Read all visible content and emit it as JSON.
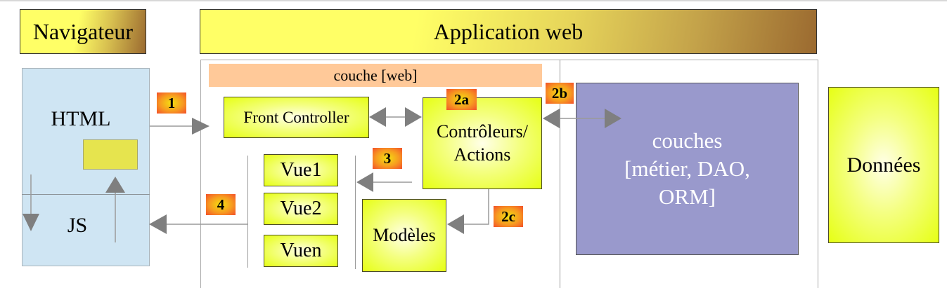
{
  "headers": {
    "browser": "Navigateur",
    "application": "Application web"
  },
  "browser": {
    "html_label": "HTML",
    "js_label": "JS"
  },
  "web_layer": {
    "title": "couche [web]",
    "front_controller": "Front Controller",
    "controllers": [
      "Contrôleurs/",
      "Actions"
    ],
    "views": [
      "Vue1",
      "Vue2",
      "Vuen"
    ],
    "models": "Modèles"
  },
  "business_layers": [
    "couches",
    "[métier, DAO,",
    "ORM]"
  ],
  "data_store": "Données",
  "steps": {
    "s1": "1",
    "s2a": "2a",
    "s2b": "2b",
    "s2c": "2c",
    "s3": "3",
    "s4": "4"
  },
  "colors": {
    "browser_bg": "#cfe5f3",
    "web_bar": "#ffc999",
    "component_yellow": "#e6ff14",
    "business_layer": "#9999cc",
    "arrow": "#808080",
    "badge": "#f79a20"
  }
}
